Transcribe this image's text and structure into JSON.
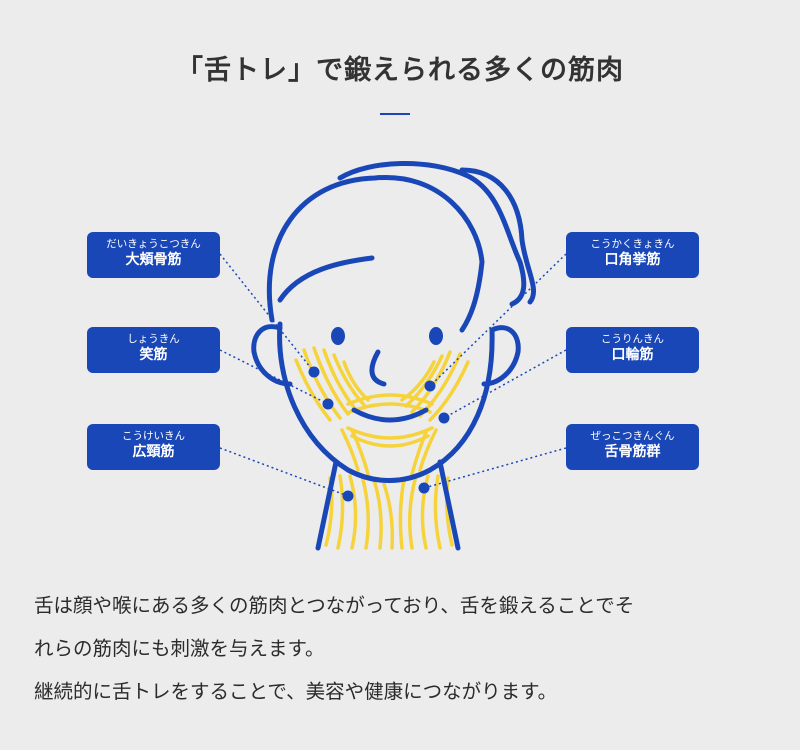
{
  "title": "「舌トレ」で鍛えられる多くの筋肉",
  "colors": {
    "accent": "#1a47b8",
    "muscle": "#f6d33a",
    "background": "#ececec"
  },
  "labels": [
    {
      "id": "zygomaticus-major",
      "ruby": "だいきょうこつきん",
      "name": "大頬骨筋"
    },
    {
      "id": "risorius",
      "ruby": "しょうきん",
      "name": "笑筋"
    },
    {
      "id": "platysma",
      "ruby": "こうけいきん",
      "name": "広頸筋"
    },
    {
      "id": "levator-anguli-oris",
      "ruby": "こうかくきょきん",
      "name": "口角挙筋"
    },
    {
      "id": "orbicularis-oris",
      "ruby": "こうりんきん",
      "name": "口輪筋"
    },
    {
      "id": "suprahyoid",
      "ruby": "ぜっこつきんぐん",
      "name": "舌骨筋群"
    }
  ],
  "body": [
    "舌は顔や喉にある多くの筋肉とつながっており、舌を鍛えることでそ",
    "れらの筋肉にも刺激を与えます。",
    "継続的に舌トレをすることで、美容や健康につながります。"
  ]
}
